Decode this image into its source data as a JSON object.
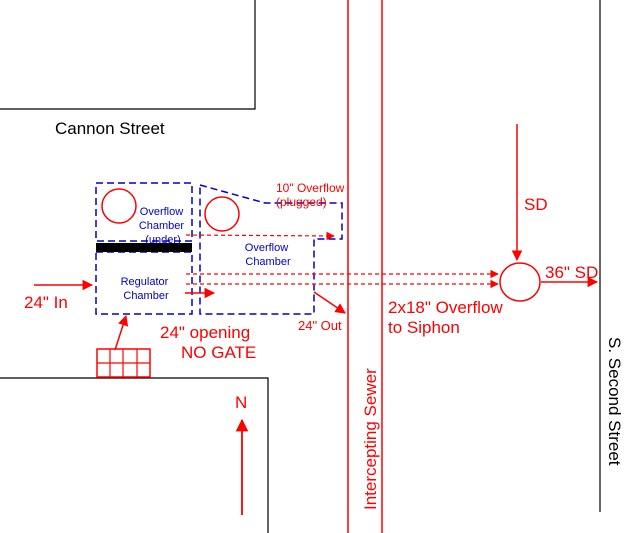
{
  "streets": {
    "cannon": "Cannon Street",
    "second": "S. Second Street",
    "sewer": "Intercepting Sewer"
  },
  "labels": {
    "overflow_10": [
      "10\" Overflow",
      "(plugged)"
    ],
    "sd": "SD",
    "sd_36": "36\" SD",
    "overflow_2x18": [
      "2x18\" Overflow",
      "to Siphon"
    ],
    "in_24": "24\" In",
    "out_24": "24\" Out",
    "opening": [
      "24\" opening",
      "NO GATE"
    ],
    "north": "N"
  },
  "chambers": {
    "overflow_under": [
      "Overflow",
      "Chamber",
      "(under)"
    ],
    "overflow": [
      "Overflow",
      "Chamber"
    ],
    "regulator": [
      "Regulator",
      "Chamber"
    ]
  },
  "colors": {
    "pipe": "#ff0000",
    "chamber": "#0000cc",
    "street": "#000000"
  }
}
